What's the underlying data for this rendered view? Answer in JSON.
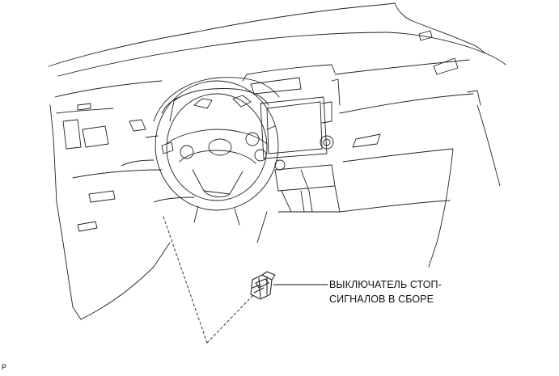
{
  "diagram": {
    "callout": {
      "line1": "ВЫКЛЮЧАТЕЛЬ СТОП-",
      "line2": "СИГНАЛОВ В СБОРЕ"
    },
    "page_marker": "P"
  }
}
